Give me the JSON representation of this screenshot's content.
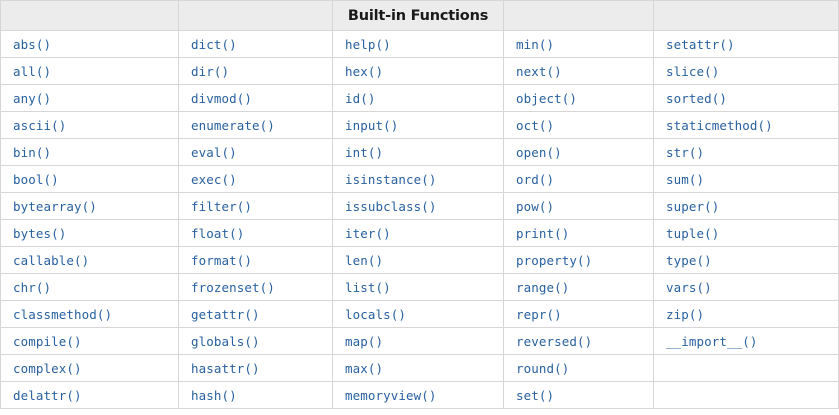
{
  "table": {
    "title": "Built-in Functions",
    "title_column_index": 2,
    "header_cells": [
      "",
      "",
      "Built-in Functions",
      "",
      ""
    ],
    "column_count": 5,
    "row_count": 15,
    "colors": {
      "header_background": "#ececec",
      "header_text": "#1a1a1a",
      "cell_text": "#2961a0",
      "cell_background": "#ffffff",
      "border": "#d6d6d6",
      "page_background": "#ffffff"
    },
    "rows": [
      [
        "abs()",
        "dict()",
        "help()",
        "min()",
        "setattr()"
      ],
      [
        "all()",
        "dir()",
        "hex()",
        "next()",
        "slice()"
      ],
      [
        "any()",
        "divmod()",
        "id()",
        "object()",
        "sorted()"
      ],
      [
        "ascii()",
        "enumerate()",
        "input()",
        "oct()",
        "staticmethod()"
      ],
      [
        "bin()",
        "eval()",
        "int()",
        "open()",
        "str()"
      ],
      [
        "bool()",
        "exec()",
        "isinstance()",
        "ord()",
        "sum()"
      ],
      [
        "bytearray()",
        "filter()",
        "issubclass()",
        "pow()",
        "super()"
      ],
      [
        "bytes()",
        "float()",
        "iter()",
        "print()",
        "tuple()"
      ],
      [
        "callable()",
        "format()",
        "len()",
        "property()",
        "type()"
      ],
      [
        "chr()",
        "frozenset()",
        "list()",
        "range()",
        "vars()"
      ],
      [
        "classmethod()",
        "getattr()",
        "locals()",
        "repr()",
        "zip()"
      ],
      [
        "compile()",
        "globals()",
        "map()",
        "reversed()",
        "__import__()"
      ],
      [
        "complex()",
        "hasattr()",
        "max()",
        "round()",
        ""
      ],
      [
        "delattr()",
        "hash()",
        "memoryview()",
        "set()",
        ""
      ]
    ]
  }
}
